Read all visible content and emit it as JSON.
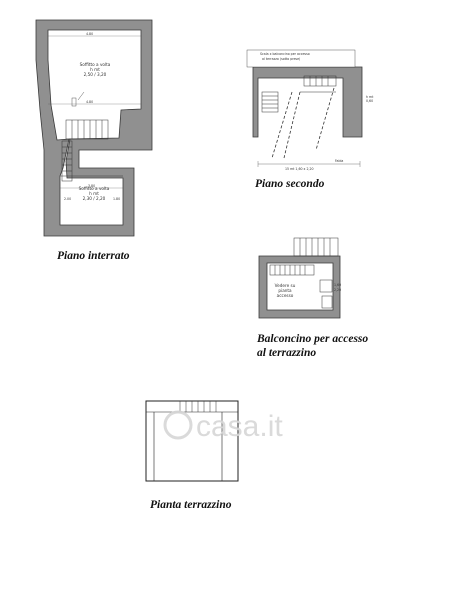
{
  "captions": {
    "interrato": "Piano interrato",
    "secondo": "Piano secondo",
    "balcone_line1": "Balconcino per accesso",
    "balcone_line2": "al terrazzino",
    "terrazzino": "Pianta terrazzino"
  },
  "watermark": "casa.it",
  "room_labels": {
    "interrato_top": [
      "Soffitto a volta",
      "h mt",
      "2,50 / 3,20"
    ],
    "interrato_bottom": [
      "Soffitto a volta",
      "h mt",
      "2,30 / 2,20"
    ],
    "secondo_note": [
      "Scala x balconcino per accesso",
      "al terrazzo (sotto prese)"
    ],
    "balcone_room": [
      "Vedere su",
      "pianta",
      "accesso"
    ]
  },
  "colors": {
    "wall": "#909090",
    "wall_edge": "#3a3a3a",
    "line": "#333333",
    "caption": "#111111"
  }
}
